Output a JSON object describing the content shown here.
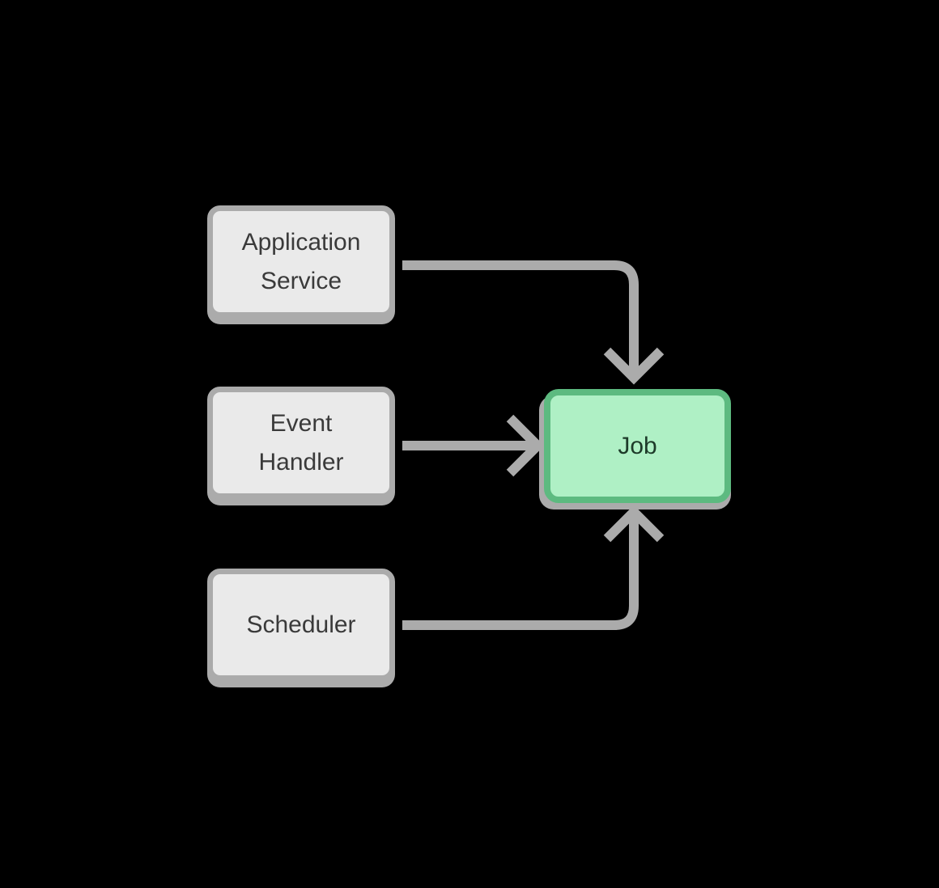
{
  "diagram_type": "flow-diagram",
  "background_color": "#000000",
  "neutral_color": "#ababab",
  "edge_color": "#ababab",
  "nodes": [
    {
      "id": "application-service",
      "label": "Application Service",
      "shape": "rounded-rectangle",
      "fill": "#eaeaea",
      "border_color": "#ababab",
      "text_color": "#3a3a3a"
    },
    {
      "id": "event-handler",
      "label": "Event Handler",
      "shape": "rounded-rectangle",
      "fill": "#eaeaea",
      "border_color": "#ababab",
      "text_color": "#3a3a3a"
    },
    {
      "id": "scheduler",
      "label": "Scheduler",
      "shape": "rounded-rectangle",
      "fill": "#eaeaea",
      "border_color": "#ababab",
      "text_color": "#3a3a3a"
    },
    {
      "id": "job",
      "label": "Job",
      "shape": "rounded-rectangle",
      "fill": "#aff0c5",
      "border_color": "#5dba80",
      "text_color": "#1d3a29"
    }
  ],
  "edges": [
    {
      "from": "Application Service",
      "to": "Job",
      "path": "elbow-right-down",
      "arrowhead": "chevron"
    },
    {
      "from": "Event Handler",
      "to": "Job",
      "path": "straight-right",
      "arrowhead": "chevron"
    },
    {
      "from": "Scheduler",
      "to": "Job",
      "path": "elbow-right-up",
      "arrowhead": "chevron"
    }
  ]
}
